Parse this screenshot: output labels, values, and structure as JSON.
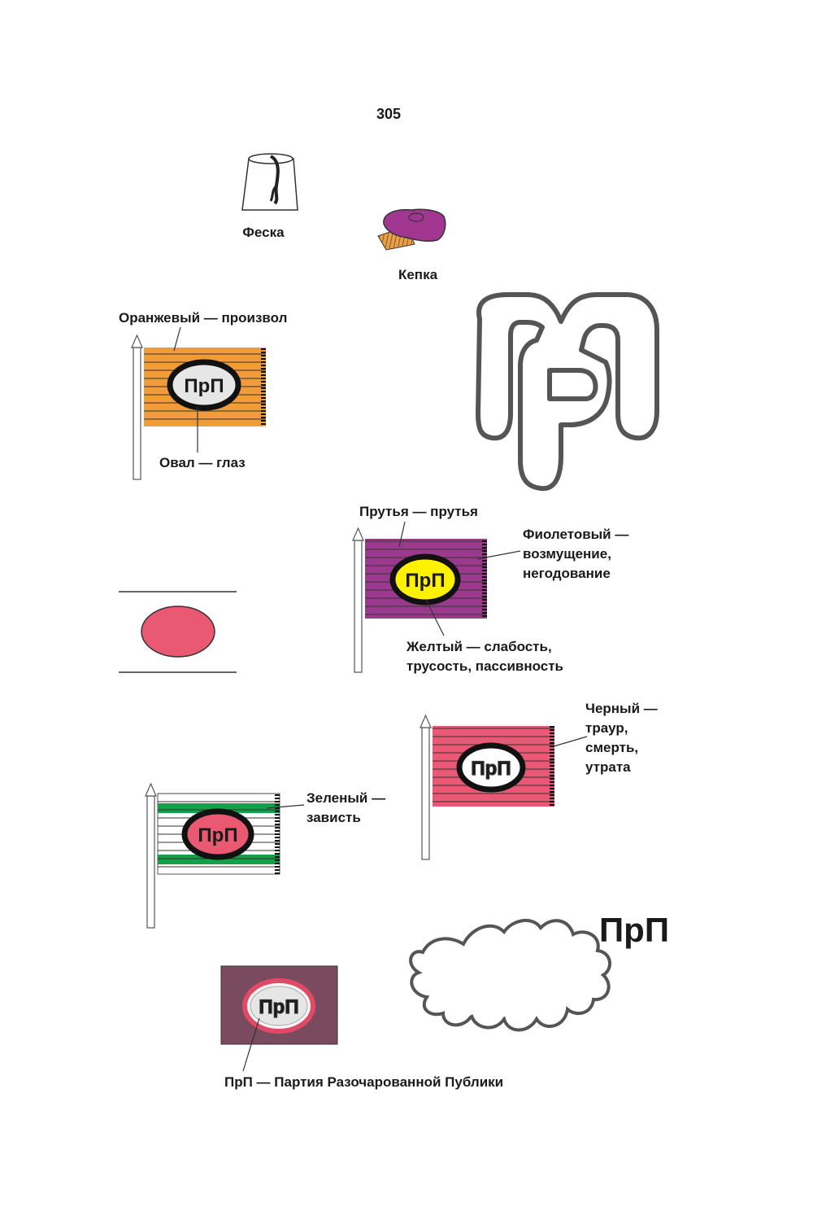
{
  "page_number": "305",
  "items": {
    "fez": "Феска",
    "cap": "Кепка"
  },
  "labels": {
    "orange": "Оранжевый — произвол",
    "oval": "Овал — глаз",
    "rods": "Прутья — прутья",
    "violet": [
      "Фиолетовый —",
      "возмущение,",
      "негодование"
    ],
    "yellow": [
      "Желтый — слабость,",
      "трусость, пассивность"
    ],
    "black": [
      "Черный —",
      "траур,",
      "смерть,",
      "утрата"
    ],
    "green": [
      "Зеленый —",
      "зависть"
    ],
    "legend": "ПрП — Партия Разочарованной Публики"
  },
  "logo_text": "ПрП",
  "big_logo_text": "ПрП",
  "colors": {
    "orange_flag": "#f29b39",
    "violet_flag": "#9b3a8c",
    "yellow_oval": "#fff200",
    "red_flag": "#e95874",
    "green_stripe": "#12a04a",
    "pink_oval": "#e95a72",
    "light_oval": "#e6e6e6",
    "mauve_panel": "#7a4b5e",
    "cap_purple": "#a0368f",
    "cap_visor": "#e8a04b"
  }
}
